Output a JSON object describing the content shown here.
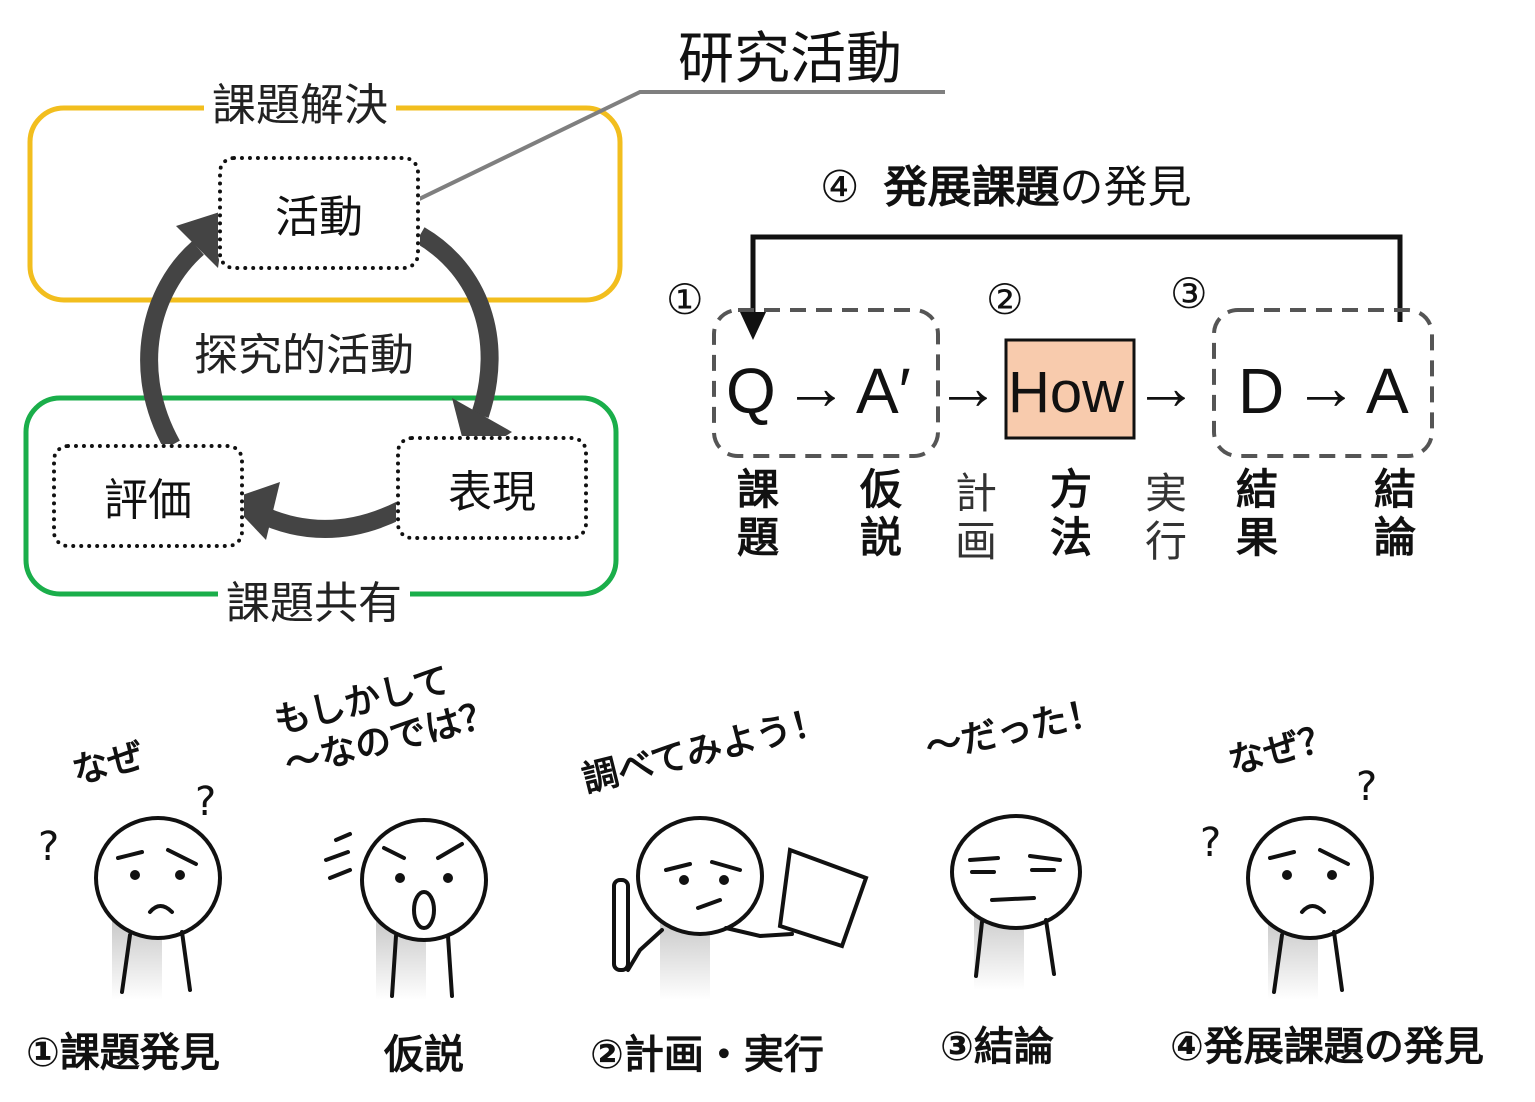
{
  "cycle": {
    "top_frame_label": "課題解決",
    "bottom_frame_label": "課題共有",
    "center_label": "探究的活動",
    "node_activity": "活動",
    "node_expression": "表現",
    "node_evaluation": "評価",
    "callout": "研究活動",
    "colors": {
      "top_frame": "#F2BE1E",
      "bottom_frame": "#1AAE4A",
      "arrow": "#444444"
    }
  },
  "flow": {
    "feedback_label_num": "④",
    "feedback_label_bold": "発展課題",
    "feedback_label_rest": "の発見",
    "num1": "①",
    "num2": "②",
    "num3": "③",
    "q": "Q",
    "a_prime": "A′",
    "how": "How",
    "d": "D",
    "a": "A",
    "arrow": "→",
    "how_fill": "#F8CBAD",
    "columns": [
      {
        "top": "課",
        "bottom": "題"
      },
      {
        "top": "仮",
        "bottom": "説"
      },
      {
        "top": "計",
        "bottom": "画"
      },
      {
        "top": "方",
        "bottom": "法"
      },
      {
        "top": "実",
        "bottom": "行"
      },
      {
        "top": "結",
        "bottom": "果"
      },
      {
        "top": "結",
        "bottom": "論"
      }
    ]
  },
  "characters": [
    {
      "speech": "なぜ",
      "caption": "①課題発見",
      "face": "worried"
    },
    {
      "speech": "もしかして\n～なのでは？",
      "caption": "仮説",
      "face": "surprised"
    },
    {
      "speech": "調べてみよう！",
      "caption": "②計画・実行",
      "face": "determined"
    },
    {
      "speech": "～だった！",
      "caption": "③結論",
      "face": "smug"
    },
    {
      "speech": "なぜ？",
      "caption": "④発展課題の発見",
      "face": "worried"
    }
  ]
}
